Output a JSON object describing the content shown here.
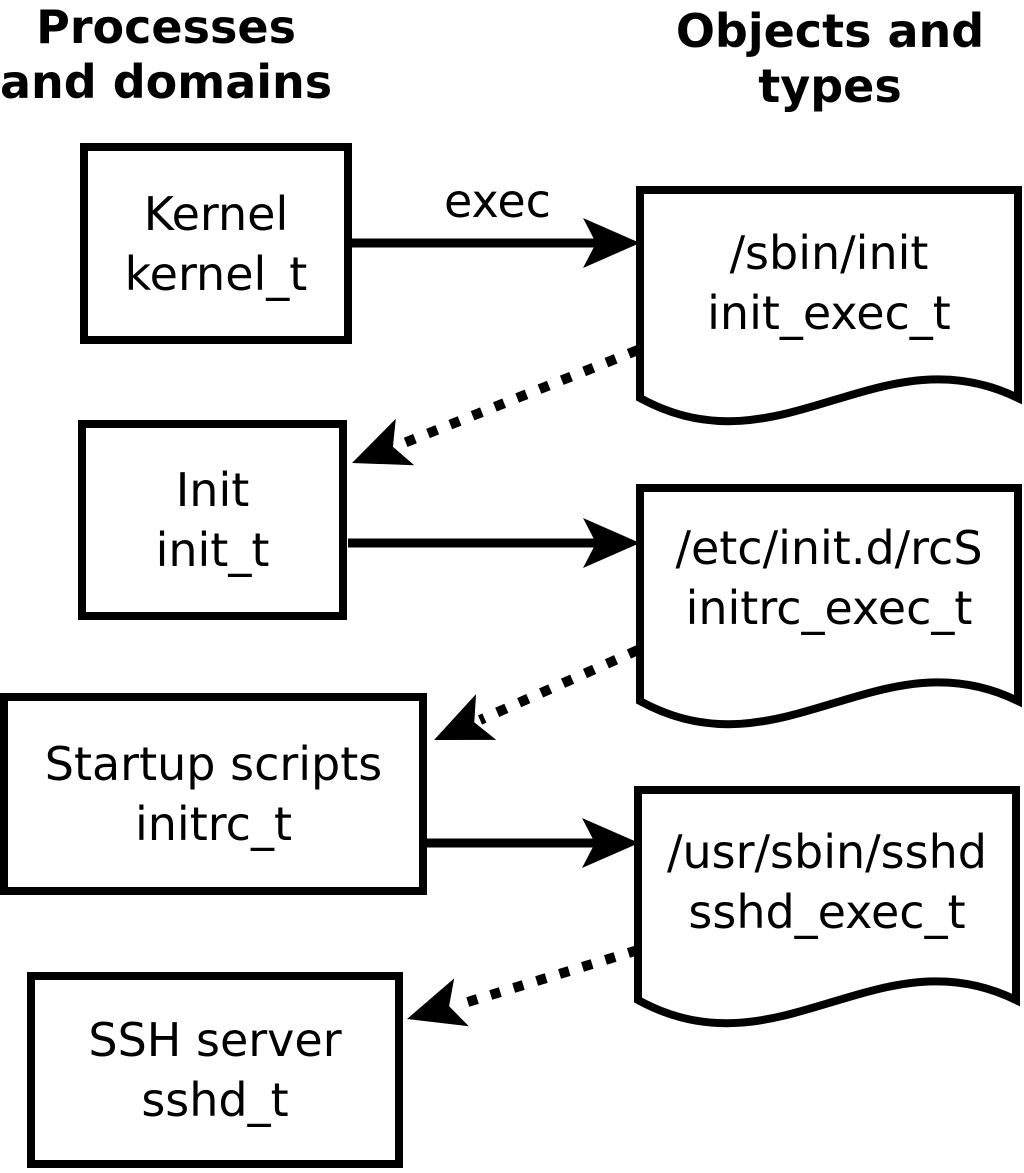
{
  "headings": {
    "left": {
      "line1": "Processes",
      "line2": "and domains"
    },
    "right": {
      "line1": "Objects and",
      "line2": "types"
    }
  },
  "processes": [
    {
      "name": "Kernel",
      "type": "kernel_t"
    },
    {
      "name": "Init",
      "type": "init_t"
    },
    {
      "name": "Startup scripts",
      "type": "initrc_t"
    },
    {
      "name": "SSH server",
      "type": "sshd_t"
    }
  ],
  "objects": [
    {
      "path": "/sbin/init",
      "type": "init_exec_t"
    },
    {
      "path": "/etc/init.d/rcS",
      "type": "initrc_exec_t"
    },
    {
      "path": "/usr/sbin/sshd",
      "type": "sshd_exec_t"
    }
  ],
  "arrows": {
    "exec_label": "exec"
  },
  "colors": {
    "stroke": "#000000",
    "background": "#ffffff"
  }
}
